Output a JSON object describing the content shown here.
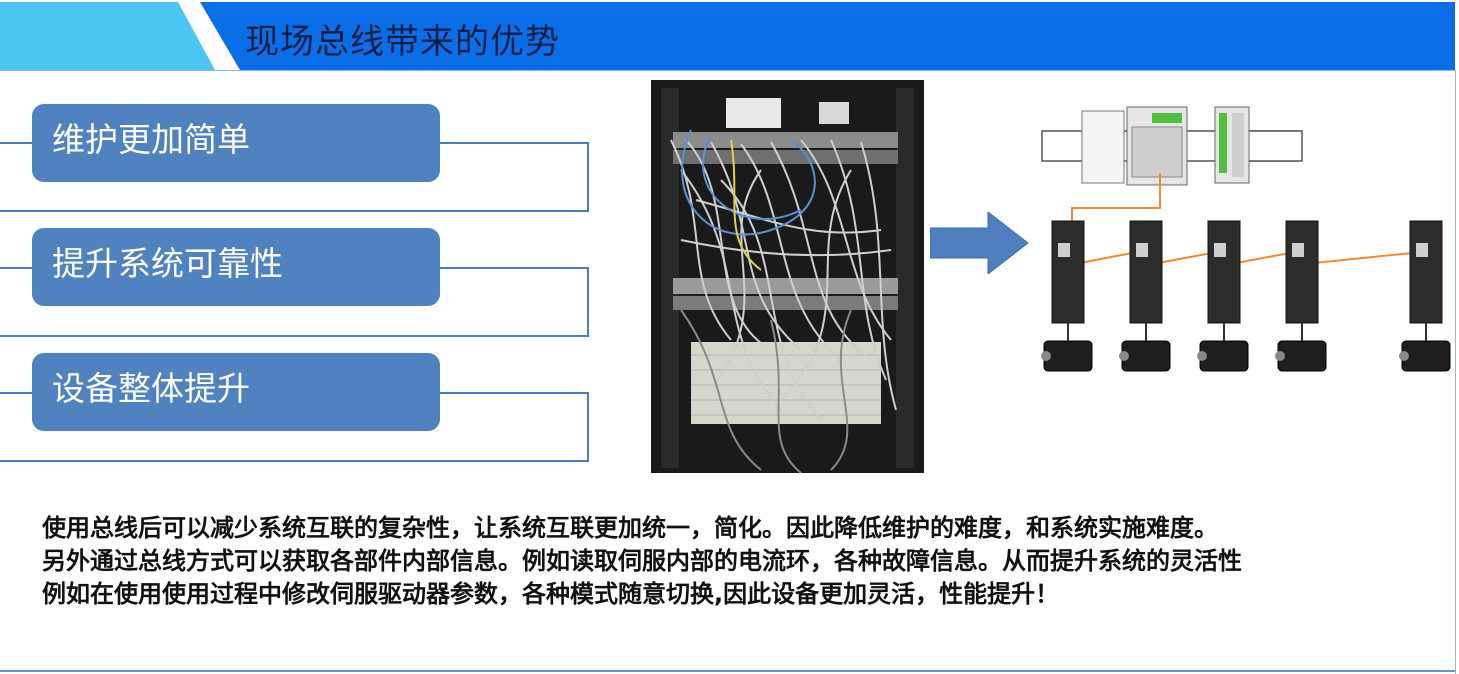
{
  "title": "现场总线带来的优势",
  "advantages": [
    {
      "label": "维护更加简单"
    },
    {
      "label": "提升系统可靠性"
    },
    {
      "label": "设备整体提升"
    }
  ],
  "description_lines": [
    "使用总线后可以减少系统互联的复杂性，让系统互联更加统一，简化。因此降低维护的难度，和系统实施难度。",
    "另外通过总线方式可以获取各部件内部信息。例如读取伺服内部的电流环，各种故障信息。从而提升系统的灵活性",
    "例如在使用使用过程中修改伺服驱动器参数，各种模式随意切换,因此设备更加灵活，性能提升！"
  ],
  "colors": {
    "header_blue": "#0a6ee8",
    "header_light_blue": "#4dc5f3",
    "pill_blue": "#4f82bf",
    "bracket_blue": "#4a7dc0",
    "bus_orange": "#f08a2a"
  },
  "icons": {
    "arrow": "right-arrow-icon",
    "photo": "messy-wiring-cabinet-photo",
    "network": "ethercat-servo-network-diagram"
  }
}
